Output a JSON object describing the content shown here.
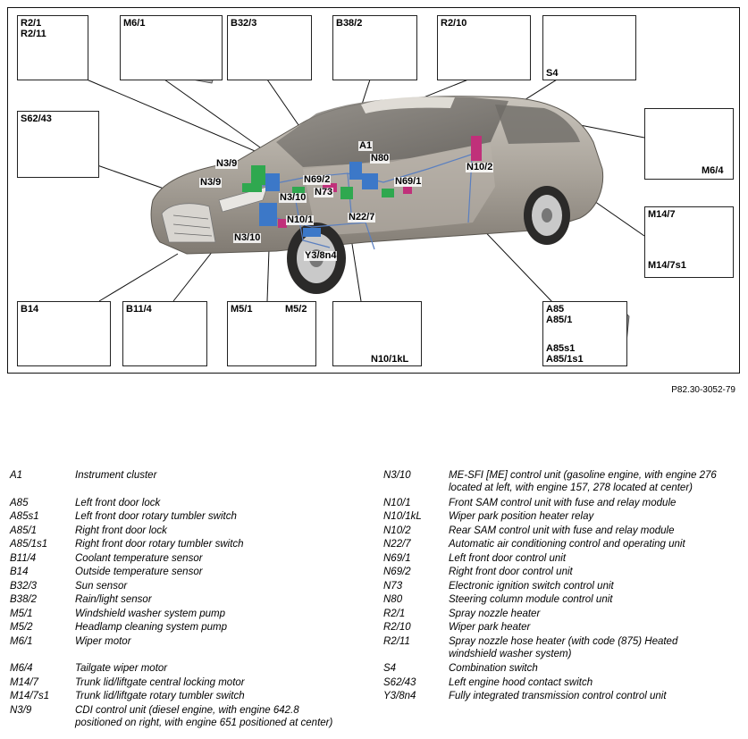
{
  "figure": {
    "reference": "P82.30-3052-79",
    "box_labels": [
      {
        "id": "r2-1",
        "text": "R2/1\nR2/11"
      },
      {
        "id": "m6-1",
        "text": "M6/1"
      },
      {
        "id": "b32-3",
        "text": "B32/3"
      },
      {
        "id": "b38-2",
        "text": "B38/2"
      },
      {
        "id": "r2-10",
        "text": "R2/10"
      },
      {
        "id": "s4",
        "text": "S4"
      },
      {
        "id": "s62-43",
        "text": "S62/43"
      },
      {
        "id": "m6-4",
        "text": "M6/4"
      },
      {
        "id": "m14-7",
        "text": "M14/7"
      },
      {
        "id": "m14-7s1",
        "text": "M14/7s1"
      },
      {
        "id": "b14",
        "text": "B14"
      },
      {
        "id": "b11-4",
        "text": "B11/4"
      },
      {
        "id": "m5-1",
        "text": "M5/1"
      },
      {
        "id": "m5-2",
        "text": "M5/2"
      },
      {
        "id": "n10-1kl",
        "text": "N10/1kL"
      },
      {
        "id": "a85",
        "text": "A85\nA85/1"
      },
      {
        "id": "a85s1",
        "text": "A85s1\nA85/1s1"
      }
    ],
    "callouts": [
      "N3/9",
      "N3/9",
      "N3/10",
      "N3/10",
      "N69/2",
      "A1",
      "N80",
      "N73",
      "N69/1",
      "N10/1",
      "N22/7",
      "Y3/8n4",
      "N10/2"
    ],
    "colors": {
      "car_body": "#a8a29a",
      "green": "#2fa84f",
      "blue": "#3c78c8",
      "magenta": "#c0307a",
      "wire": "#5a7fc0"
    }
  },
  "legend": {
    "left": [
      {
        "code": "A1",
        "desc": "Instrument cluster"
      },
      {
        "code": "A85",
        "desc": "Left front door lock"
      },
      {
        "code": "A85s1",
        "desc": "Left front door rotary tumbler switch"
      },
      {
        "code": "A85/1",
        "desc": "Right front door lock"
      },
      {
        "code": "A85/1s1",
        "desc": "Right front door rotary tumbler switch"
      },
      {
        "code": "B11/4",
        "desc": "Coolant temperature sensor"
      },
      {
        "code": "B14",
        "desc": "Outside temperature sensor"
      },
      {
        "code": "B32/3",
        "desc": "Sun sensor"
      },
      {
        "code": "B38/2",
        "desc": "Rain/light sensor"
      },
      {
        "code": "M5/1",
        "desc": "Windshield washer system pump"
      },
      {
        "code": "M5/2",
        "desc": "Headlamp cleaning system pump"
      },
      {
        "code": "M6/1",
        "desc": "Wiper motor"
      },
      {
        "code": "M6/4",
        "desc": "Tailgate wiper motor"
      },
      {
        "code": "M14/7",
        "desc": "Trunk lid/liftgate central locking motor"
      },
      {
        "code": "M14/7s1",
        "desc": "Trunk lid/liftgate rotary tumbler switch"
      },
      {
        "code": "N3/9",
        "desc": "CDI control unit (diesel engine, with engine 642.8\npositioned on right, with engine 651 positioned at center)"
      }
    ],
    "right": [
      {
        "code": "N3/10",
        "desc": "ME-SFI [ME] control unit (gasoline engine, with engine 276\nlocated at left, with engine 157, 278 located at center)"
      },
      {
        "code": "N10/1",
        "desc": "Front SAM control unit with fuse and relay module"
      },
      {
        "code": "N10/1kL",
        "desc": "Wiper park position heater relay"
      },
      {
        "code": "N10/2",
        "desc": "Rear SAM control unit with fuse and relay module"
      },
      {
        "code": "N22/7",
        "desc": "Automatic air conditioning control and operating unit"
      },
      {
        "code": "N69/1",
        "desc": "Left front door control unit"
      },
      {
        "code": "N69/2",
        "desc": "Right front door control unit"
      },
      {
        "code": "N73",
        "desc": "Electronic ignition switch control unit"
      },
      {
        "code": "N80",
        "desc": "Steering column module control unit"
      },
      {
        "code": "R2/1",
        "desc": "Spray nozzle heater"
      },
      {
        "code": "R2/10",
        "desc": "Wiper park heater"
      },
      {
        "code": "R2/11",
        "desc": "Spray nozzle hose heater (with code (875) Heated\nwindshield washer system)"
      },
      {
        "code": "S4",
        "desc": "Combination switch"
      },
      {
        "code": "S62/43",
        "desc": "Left engine hood contact switch"
      },
      {
        "code": "Y3/8n4",
        "desc": "Fully integrated transmission control control unit"
      }
    ]
  }
}
